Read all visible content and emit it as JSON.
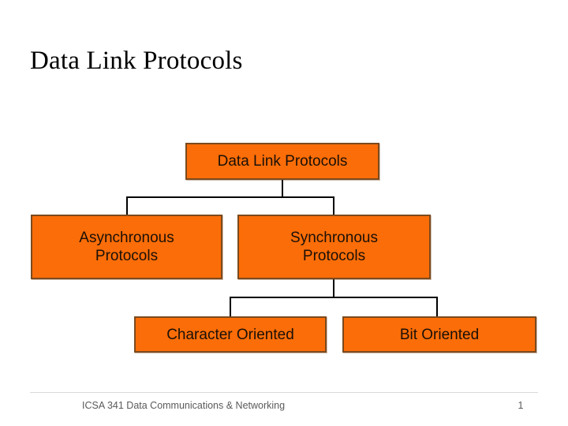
{
  "slide": {
    "title": "Data Link Protocols",
    "background_color": "#ffffff"
  },
  "diagram": {
    "type": "tree",
    "node_fill_color": "#FB6D08",
    "node_border_color": "#7B4A1E",
    "connector_color": "#000000",
    "nodes": [
      {
        "id": "root",
        "label": "Data Link Protocols",
        "level": 0
      },
      {
        "id": "async",
        "label": "Asynchronous\nProtocols",
        "level": 1
      },
      {
        "id": "sync",
        "label": "Synchronous\nProtocols",
        "level": 1
      },
      {
        "id": "character",
        "label": "Character Oriented",
        "level": 2
      },
      {
        "id": "bit",
        "label": "Bit Oriented",
        "level": 2
      }
    ],
    "edges": [
      {
        "from": "root",
        "to": "async"
      },
      {
        "from": "root",
        "to": "sync"
      },
      {
        "from": "sync",
        "to": "character"
      },
      {
        "from": "sync",
        "to": "bit"
      }
    ]
  },
  "footer": {
    "course_text": "ICSA 341 Data Communications & Networking",
    "page_number": "1"
  }
}
